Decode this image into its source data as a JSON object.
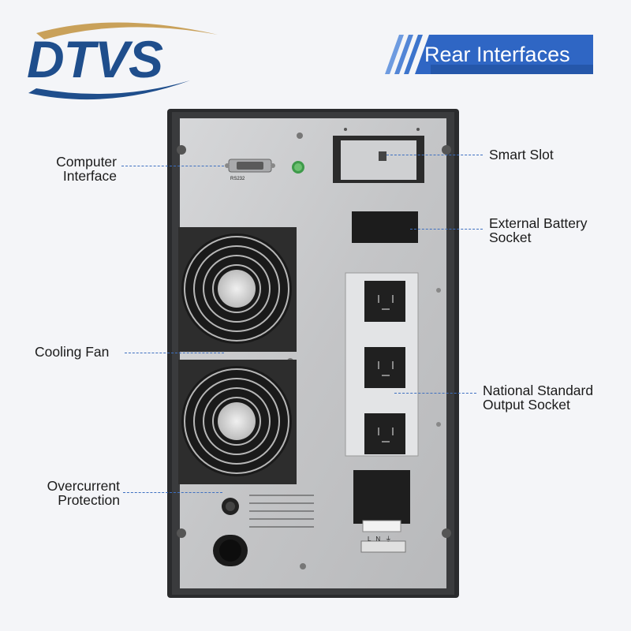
{
  "brand": {
    "name": "DTVS"
  },
  "banner": {
    "title": "Rear Interfaces"
  },
  "callouts": {
    "computer_interface": [
      "Computer",
      "Interface"
    ],
    "smart_slot": "Smart Slot",
    "external_battery_socket": [
      "External Battery",
      "Socket"
    ],
    "cooling_fan": "Cooling Fan",
    "national_standard_output_socket": [
      "National Standard",
      "Output Socket"
    ],
    "overcurrent_protection": [
      "Overcurrent",
      "Protection"
    ]
  },
  "panel_text": {
    "rs232": "RS232",
    "line_terminal": "L  N  ⏚"
  },
  "colors": {
    "brand_blue": "#1f4e8c",
    "swoosh_gold": "#c9a15a",
    "banner_blue": "#2f66c4",
    "callout_line": "#3d6fc0",
    "chassis": "#2a2b2d",
    "panel_silver": "#c9cacc"
  }
}
